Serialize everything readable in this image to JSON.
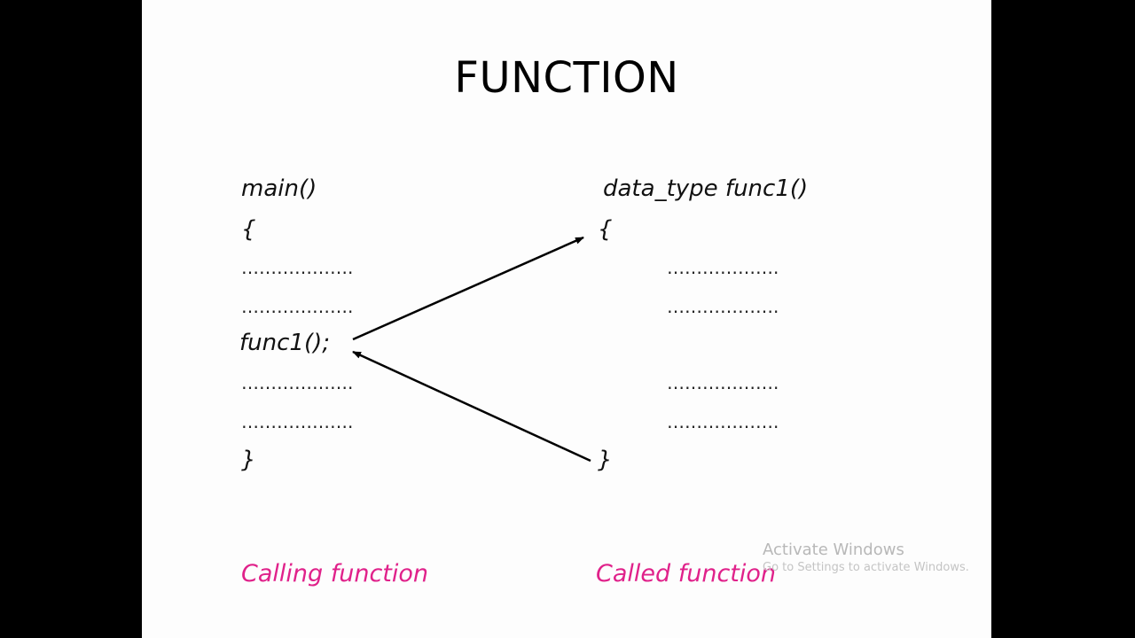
{
  "title": "FUNCTION",
  "left": {
    "header": "main()",
    "open_brace": "{",
    "dots_1": "……………….",
    "dots_2": "……………….",
    "call": "func1();",
    "dots_3": "……………….",
    "dots_4": "……………….",
    "close_brace": "}",
    "caption": "Calling function"
  },
  "right": {
    "header": "data_type func1()",
    "open_brace": "{",
    "dots_1": "……………….",
    "dots_2": "……………….",
    "dots_3": "……………….",
    "dots_4": "……………….",
    "close_brace": "}",
    "caption": "Called function"
  },
  "watermark": {
    "title": "Activate Windows",
    "subtitle": "Go to Settings to activate Windows."
  },
  "colors": {
    "caption": "#e0218a",
    "background": "#000000",
    "slide": "#fdfdfd",
    "watermark": "#b8b8b8"
  }
}
